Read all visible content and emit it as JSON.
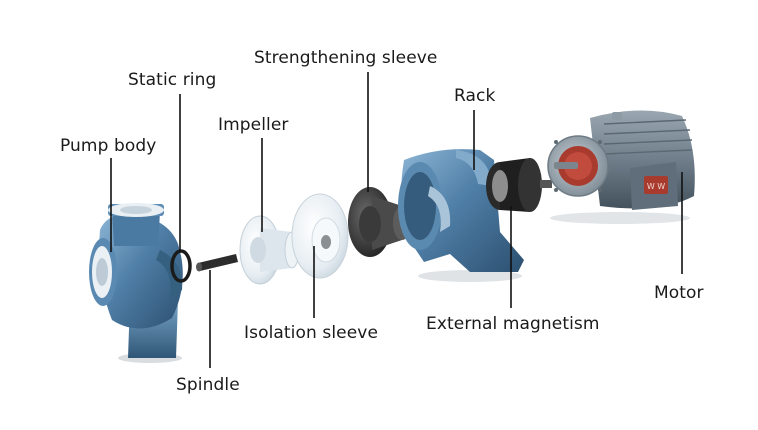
{
  "diagram": {
    "labels": {
      "pump_body": "Pump body",
      "static_ring": "Static ring",
      "impeller": "Impeller",
      "strengthening_sleeve": "Strengthening sleeve",
      "rack": "Rack",
      "motor": "Motor",
      "spindle": "Spindle",
      "isolation_sleeve": "Isolation sleeve",
      "external_magnetism": "External magnetism"
    },
    "motor_badge": "W W",
    "colors": {
      "pump_blue": "#3f6c92",
      "pump_blue_light": "#6c9ac0",
      "ptfe_white": "#eef3f6",
      "leader_line": "#111111",
      "motor_grey": "#6d7c88",
      "motor_red": "#a83a2e"
    }
  }
}
